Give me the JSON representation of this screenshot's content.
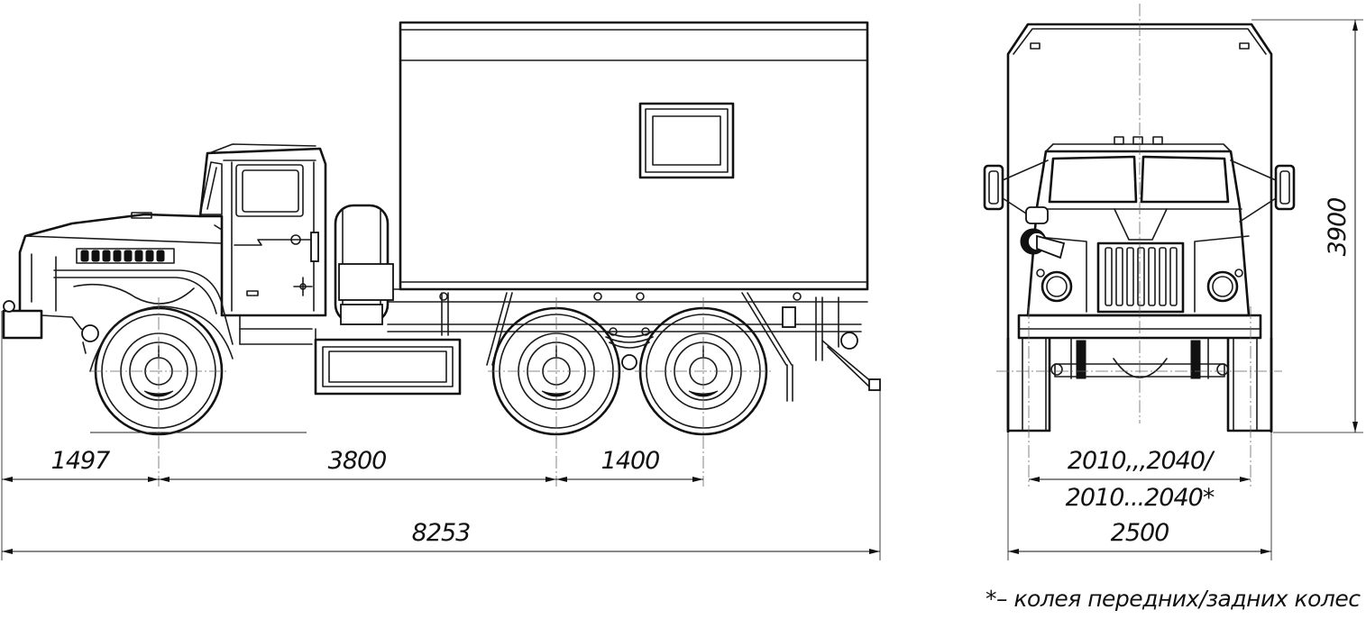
{
  "drawing": {
    "side_view": {
      "dimensions": {
        "front_overhang": "1497",
        "wheelbase_front": "3800",
        "wheelbase_rear": "1400",
        "overall_length": "8253"
      }
    },
    "front_view": {
      "dimensions": {
        "track_line1": "2010,,,2040/",
        "track_line2": "2010...2040*",
        "overall_width": "2500",
        "overall_height": "3900"
      }
    },
    "footnote": "*– колея передних/задних колес"
  }
}
